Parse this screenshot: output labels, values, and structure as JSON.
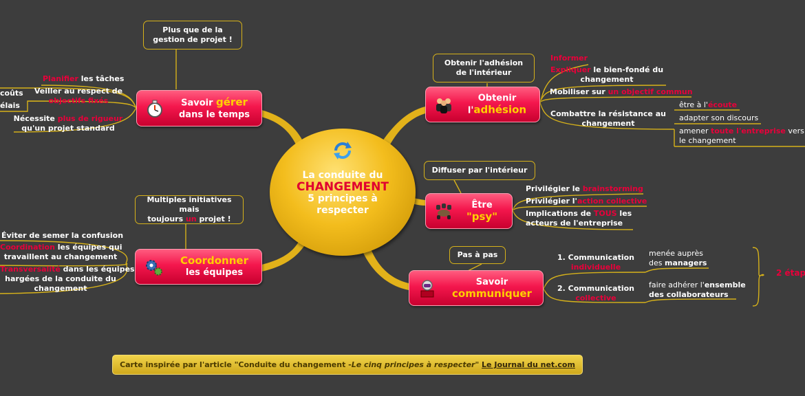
{
  "center": {
    "line1": "La conduite du",
    "line2": "CHANGEMENT",
    "line3": "5 principes à",
    "line4": "respecter",
    "icon": "refresh-arrows-icon"
  },
  "gerer": {
    "label_a": "Savoir ",
    "label_b": "gérer",
    "label_c": "dans le temps",
    "icon": "stopwatch-icon",
    "callout_1": "Plus que de la",
    "callout_2": "gestion de projet !",
    "items": {
      "planifier_red": "Planifier",
      "planifier_rest": " les tâches",
      "veiller_1": "Veiller au respect de",
      "veiller_2_red": "objectifs fixés",
      "couts": "coûts",
      "delais": "élais",
      "necessite_a": "Nécessite ",
      "necessite_red": "plus de rigueur",
      "necessite_2": "qu'un projet standard"
    }
  },
  "adhesion": {
    "label_a": "Obtenir",
    "label_b": "l'",
    "label_c": "adhésion",
    "icon": "people-icon",
    "callout_1": "Obtenir l'adhésion",
    "callout_2": "de l'intérieur",
    "items": {
      "informer_red": "Informer",
      "expliquer_red": "Expliquer",
      "expliquer_rest": " le bien-fondé du",
      "expliquer_2": "changement",
      "mobiliser_a": "Mobiliser sur ",
      "mobiliser_red": "un objectif commun",
      "combattre_1": "Combattre la résistance au",
      "combattre_2": "changement",
      "ecoute_a": "être à l'",
      "ecoute_red": "écoute",
      "discours": "adapter son discours",
      "amener_a": "amener ",
      "amener_red": "toute l'entreprise",
      "amener_b": " vers",
      "amener_2": "le changement"
    }
  },
  "psy": {
    "label_a": "Être",
    "label_b": "\"psy\"",
    "icon": "meeting-table-icon",
    "callout": "Diffuser par l'intérieur",
    "items": {
      "brain_a": "Privilégier le ",
      "brain_red": "brainstorming",
      "action_a": "Privilégier l'",
      "action_red": "action collective",
      "impl_a": "Implications de ",
      "impl_red": "TOUS",
      "impl_b": " les",
      "impl_2": "acteurs de l'entreprise"
    }
  },
  "coordonner": {
    "label_a": "Coordonner",
    "label_b": "les équipes",
    "icon": "gears-icon",
    "callout_1": "Multiples initiatives mais",
    "callout_2a": "toujours ",
    "callout_2red": "un",
    "callout_2b": " projet !",
    "items": {
      "eviter": "Éviter de semer la confusion",
      "coord_red": "Coordination",
      "coord_rest": " les équipes qui",
      "coord_2": "travaillent au changement",
      "trans_red": "Transversalité",
      "trans_rest": " dans les équipes",
      "trans_2": "hargées de la conduite du",
      "trans_3": "changement"
    }
  },
  "communiquer": {
    "label_a": "Savoir",
    "label_b": "communiquer",
    "icon": "speaker-podium-icon",
    "callout": "Pas à pas",
    "items": {
      "c1_a": "1. Communication",
      "c1_red": "individuelle",
      "c1_desc_1": "menée auprès",
      "c1_desc_2a": "des ",
      "c1_desc_2b": "managers",
      "c2_a": "2. Communication",
      "c2_red": "collective",
      "c2_desc_1a": "faire adhérer l'",
      "c2_desc_1b": "ensemble",
      "c2_desc_2": "des collaborateurs",
      "etapes_red": "2 étap"
    }
  },
  "footer": {
    "text_a": "Carte inspirée par l'article \"Conduite du changement - ",
    "text_italic": "Le cinq principes à respecter",
    "text_b": "\" ",
    "link": "Le Journal du net.com"
  },
  "colors": {
    "background": "#3d3d3d",
    "branch": "#e2b21a",
    "accent_red": "#e8003a",
    "highlight_yellow": "#ffd000"
  }
}
